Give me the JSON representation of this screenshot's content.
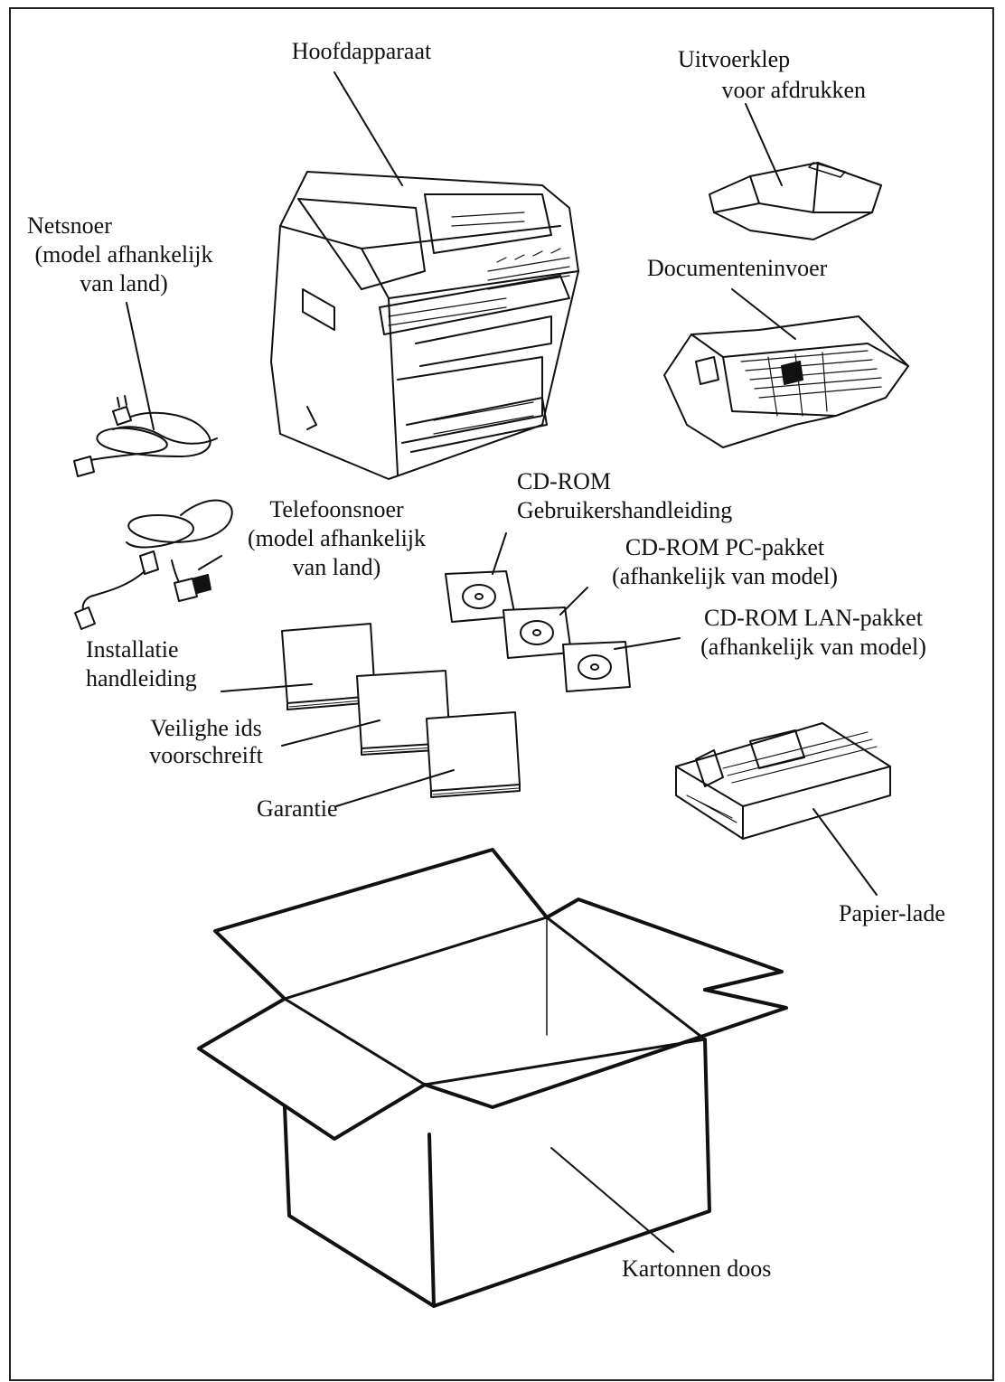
{
  "labels": {
    "main_unit": "Hoofdapparaat",
    "print_output_flap": [
      "Uitvoerklep",
      "voor afdrukken"
    ],
    "power_cord": [
      "Netsnoer",
      "(model afhankelijk",
      "van land)"
    ],
    "document_feeder": "Documenteninvoer",
    "phone_cord": [
      "Telefoonsnoer",
      "(model afhankelijk",
      "van land)"
    ],
    "cdrom_user_manual": [
      "CD-ROM",
      "Gebruikershandleiding"
    ],
    "cdrom_pc_kit": [
      "CD-ROM PC-pakket",
      "(afhankelijk van model)"
    ],
    "cdrom_lan_kit": [
      "CD-ROM LAN-pakket",
      "(afhankelijk van model)"
    ],
    "installation_manual": [
      "Installatie",
      "handleiding"
    ],
    "safety_regulations": [
      "Veilighe ids",
      "voorschreift"
    ],
    "warranty": "Garantie",
    "paper_tray": "Papier-lade",
    "cardboard_box": "Kartonnen doos"
  },
  "colors": {
    "line": "#111111",
    "paper": "#ffffff"
  }
}
